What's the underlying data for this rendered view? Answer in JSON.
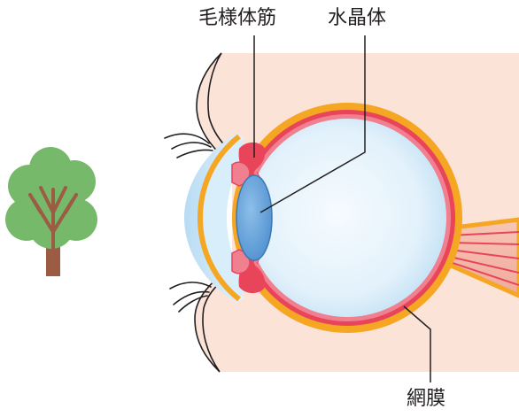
{
  "labels": {
    "ciliary_muscle": "毛様体筋",
    "lens": "水晶体",
    "retina": "網膜"
  },
  "icons": {
    "tree": "tree-icon",
    "eye": "eye-cross-section"
  },
  "colors": {
    "skin": "#fbe3d8",
    "sclera": "#f5a623",
    "choroid": "#e8445a",
    "retina": "#f08090",
    "vitreous": "#d8eefa",
    "lens": "#6fa8dc",
    "cornea": "#c9e4f7",
    "tree_leaves": "#77b96a",
    "tree_trunk": "#9c5b43"
  }
}
